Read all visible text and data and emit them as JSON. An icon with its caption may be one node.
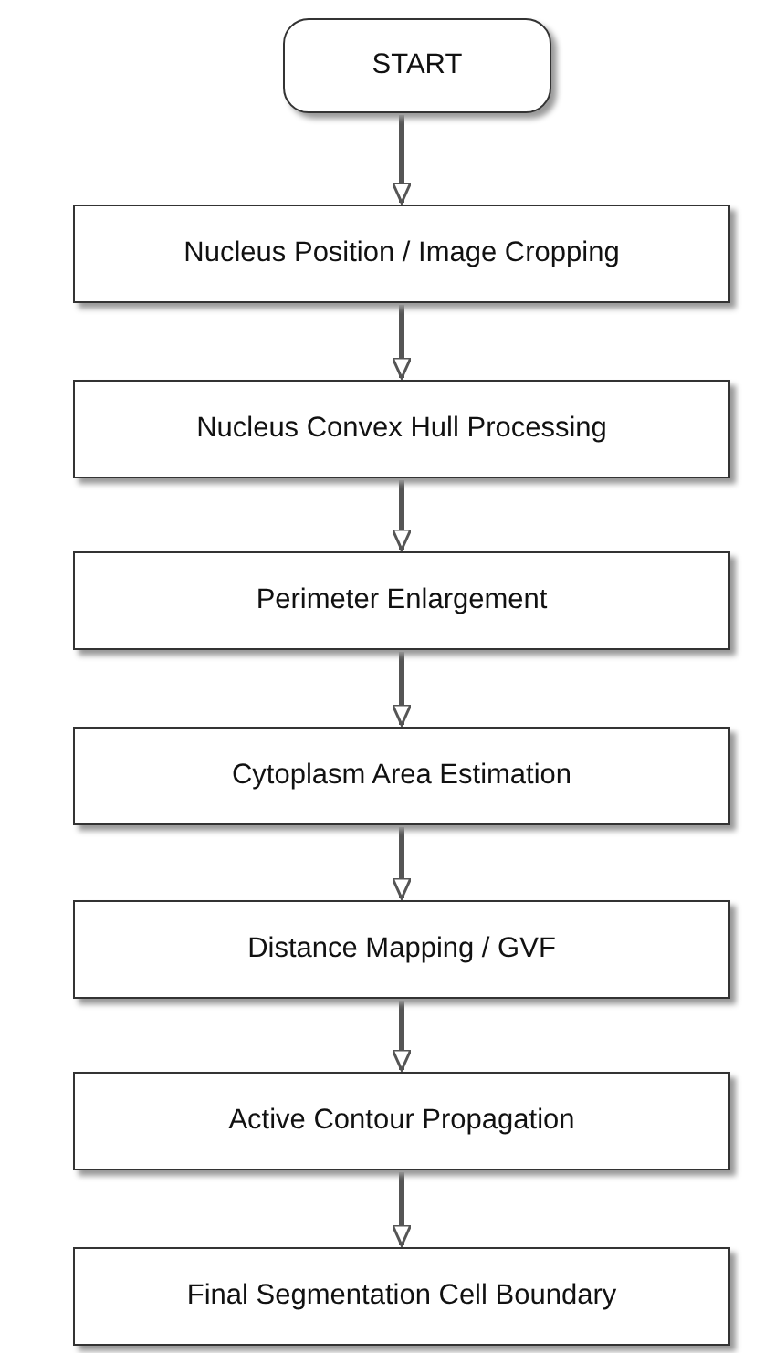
{
  "diagram": {
    "nodes": [
      {
        "text": [
          "START"
        ]
      },
      {
        "text": [
          "Nucleus Position / Image Cropping"
        ]
      },
      {
        "text": [
          "Nucleus Convex Hull Processing"
        ]
      },
      {
        "text": [
          "Perimeter Enlargement"
        ]
      },
      {
        "text": [
          "Cytoplasm Area Estimation"
        ]
      },
      {
        "text": [
          "Distance Mapping / GVF"
        ]
      },
      {
        "text": [
          "Active Contour Propagation"
        ]
      },
      {
        "text": [
          "Final Segmentation Cell Boundary"
        ]
      }
    ],
    "edges": [
      {
        "from": 0,
        "to": 1,
        "arrow": "to"
      },
      {
        "from": 1,
        "to": 2,
        "arrow": "to"
      },
      {
        "from": 2,
        "to": 3,
        "arrow": "to"
      },
      {
        "from": 3,
        "to": 4,
        "arrow": "to"
      },
      {
        "from": 4,
        "to": 5,
        "arrow": "to"
      },
      {
        "from": 5,
        "to": 6,
        "arrow": "to"
      },
      {
        "from": 6,
        "to": 7,
        "arrow": "to"
      }
    ]
  }
}
